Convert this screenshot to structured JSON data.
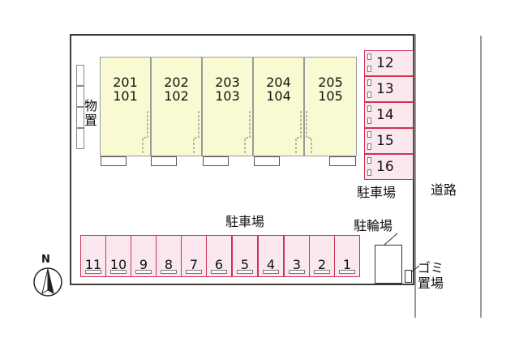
{
  "units": [
    {
      "upper": "201",
      "lower": "101"
    },
    {
      "upper": "202",
      "lower": "102"
    },
    {
      "upper": "203",
      "lower": "103"
    },
    {
      "upper": "204",
      "lower": "104"
    },
    {
      "upper": "205",
      "lower": "105"
    }
  ],
  "parking_right": [
    "12",
    "13",
    "14",
    "15",
    "16"
  ],
  "parking_bottom": [
    "11",
    "10",
    "9",
    "8",
    "7",
    "6",
    "5",
    "4",
    "3",
    "2",
    "1"
  ],
  "labels": {
    "storage": "物置",
    "parking_right": "駐車場",
    "parking_main": "駐車場",
    "bicycle": "駐輪場",
    "road": "道路",
    "garbage_line1": "ゴミ",
    "garbage_line2": "置場",
    "north": "N"
  },
  "colors": {
    "building_fill": "#fafad2",
    "parking_fill": "#fbe8ee",
    "parking_border": "#cc3355"
  }
}
